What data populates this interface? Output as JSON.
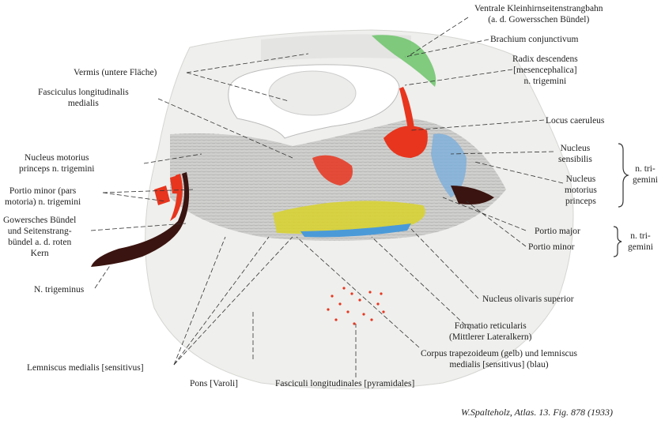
{
  "labels": {
    "ventrale": [
      "Ventrale Kleinhirnseitenstrangbahn",
      "(a. d. Gowersschen Bündel)"
    ],
    "brachium": "Brachium conjunctivum",
    "radix": [
      "Radix descendens",
      "[mesencephalica]",
      "n. trigemini"
    ],
    "vermis": "Vermis (untere Fläche)",
    "fasciculus_long_med": [
      "Fasciculus longitudinalis",
      "medialis"
    ],
    "locus": "Locus caeruleus",
    "nucleus_motorius_princeps": [
      "Nucleus motorius",
      "princeps n. trigemini"
    ],
    "nucleus_sensibilis": [
      "Nucleus",
      "sensibilis"
    ],
    "nucleus_motorius_right": [
      "Nucleus",
      "motorius",
      "princeps"
    ],
    "n_trigemini_group1": [
      "n. tri-",
      "gemini"
    ],
    "portio_minor_pars": [
      "Portio minor (pars",
      "motoria) n. trigemini"
    ],
    "gowers": [
      "Gowersches Bündel",
      "und Seitenstrang-",
      "bündel a. d. roten",
      "Kern"
    ],
    "portio_major": "Portio major",
    "portio_minor": "Portio minor",
    "n_trigemini_group2": [
      "n. tri-",
      "gemini"
    ],
    "n_trigeminus": "N. trigeminus",
    "nucleus_olivaris": "Nucleus olivaris superior",
    "formatio": [
      "Formatio reticularis",
      "(Mittlerer Lateralkern)"
    ],
    "corpus_trapezoideum": [
      "Corpus trapezoideum (gelb) und lemniscus",
      "medialis [sensitivus] (blau)"
    ],
    "lemniscus_medialis": "Lemniscus medialis [sensitivus]",
    "pons": "Pons [Varoli]",
    "fasciculi_pyramidales": "Fasciculi longitudinales [pyramidales]"
  },
  "caption": "W.Spalteholz, Atlas. 13. Fig. 878 (1933)",
  "colors": {
    "nerve_red": "#e8351e",
    "trapezoid_yellow": "#d8d22a",
    "lemniscus_blue": "#4a9ad8",
    "tissue_grey": "#e9e9e7",
    "nerve_dark": "#3a1410",
    "brachium_green": "#6cc46a"
  }
}
